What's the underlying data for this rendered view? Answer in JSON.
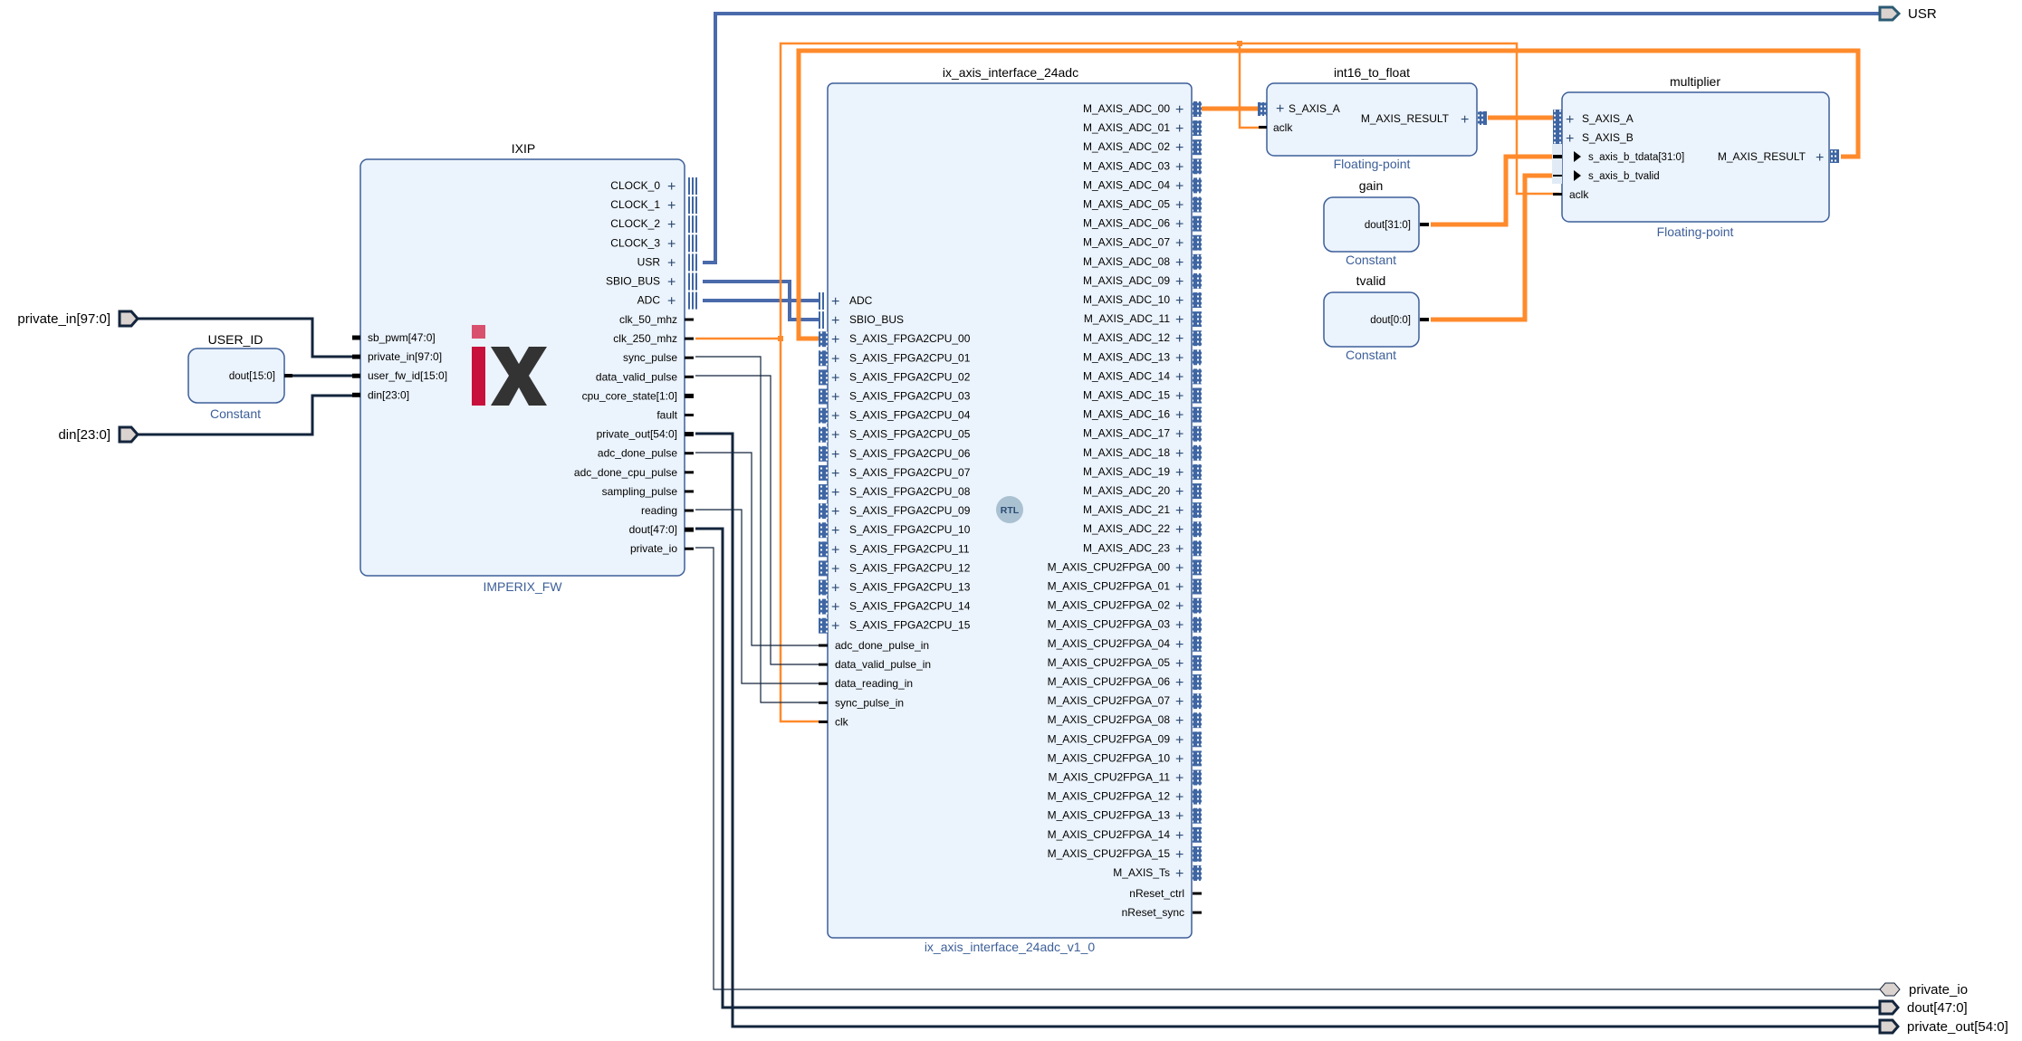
{
  "external_ports": {
    "inputs": [
      {
        "name": "private_in[97:0]"
      },
      {
        "name": "din[23:0]"
      }
    ],
    "outputs": [
      {
        "name": "USR",
        "kind": "interface"
      },
      {
        "name": "private_io",
        "kind": "inout"
      },
      {
        "name": "dout[47:0]",
        "kind": "bus"
      },
      {
        "name": "private_out[54:0]",
        "kind": "bus"
      }
    ]
  },
  "blocks": {
    "user_id": {
      "instance": "USER_ID",
      "type": "Constant",
      "outputs": [
        "dout[15:0]"
      ]
    },
    "ixip": {
      "instance": "IXIP",
      "type": "IMPERIX_FW",
      "logo": "ix",
      "inputs": [
        "sb_pwm[47:0]",
        "private_in[97:0]",
        "user_fw_id[15:0]",
        "din[23:0]"
      ],
      "interface_outputs": [
        "CLOCK_0",
        "CLOCK_1",
        "CLOCK_2",
        "CLOCK_3",
        "USR",
        "SBIO_BUS",
        "ADC"
      ],
      "outputs": [
        "clk_50_mhz",
        "clk_250_mhz",
        "sync_pulse",
        "data_valid_pulse",
        "cpu_core_state[1:0]",
        "fault",
        "private_out[54:0]",
        "adc_done_pulse",
        "adc_done_cpu_pulse",
        "sampling_pulse",
        "reading",
        "dout[47:0]",
        "private_io"
      ]
    },
    "axis": {
      "instance": "ix_axis_interface_24adc",
      "type": "ix_axis_interface_24adc_v1_0",
      "badge": "RTL",
      "interface_inputs": [
        "ADC",
        "SBIO_BUS",
        "S_AXIS_FPGA2CPU_00",
        "S_AXIS_FPGA2CPU_01",
        "S_AXIS_FPGA2CPU_02",
        "S_AXIS_FPGA2CPU_03",
        "S_AXIS_FPGA2CPU_04",
        "S_AXIS_FPGA2CPU_05",
        "S_AXIS_FPGA2CPU_06",
        "S_AXIS_FPGA2CPU_07",
        "S_AXIS_FPGA2CPU_08",
        "S_AXIS_FPGA2CPU_09",
        "S_AXIS_FPGA2CPU_10",
        "S_AXIS_FPGA2CPU_11",
        "S_AXIS_FPGA2CPU_12",
        "S_AXIS_FPGA2CPU_13",
        "S_AXIS_FPGA2CPU_14",
        "S_AXIS_FPGA2CPU_15"
      ],
      "inputs": [
        "adc_done_pulse_in",
        "data_valid_pulse_in",
        "data_reading_in",
        "sync_pulse_in",
        "clk"
      ],
      "interface_outputs": [
        "M_AXIS_ADC_00",
        "M_AXIS_ADC_01",
        "M_AXIS_ADC_02",
        "M_AXIS_ADC_03",
        "M_AXIS_ADC_04",
        "M_AXIS_ADC_05",
        "M_AXIS_ADC_06",
        "M_AXIS_ADC_07",
        "M_AXIS_ADC_08",
        "M_AXIS_ADC_09",
        "M_AXIS_ADC_10",
        "M_AXIS_ADC_11",
        "M_AXIS_ADC_12",
        "M_AXIS_ADC_13",
        "M_AXIS_ADC_14",
        "M_AXIS_ADC_15",
        "M_AXIS_ADC_16",
        "M_AXIS_ADC_17",
        "M_AXIS_ADC_18",
        "M_AXIS_ADC_19",
        "M_AXIS_ADC_20",
        "M_AXIS_ADC_21",
        "M_AXIS_ADC_22",
        "M_AXIS_ADC_23",
        "M_AXIS_CPU2FPGA_00",
        "M_AXIS_CPU2FPGA_01",
        "M_AXIS_CPU2FPGA_02",
        "M_AXIS_CPU2FPGA_03",
        "M_AXIS_CPU2FPGA_04",
        "M_AXIS_CPU2FPGA_05",
        "M_AXIS_CPU2FPGA_06",
        "M_AXIS_CPU2FPGA_07",
        "M_AXIS_CPU2FPGA_08",
        "M_AXIS_CPU2FPGA_09",
        "M_AXIS_CPU2FPGA_10",
        "M_AXIS_CPU2FPGA_11",
        "M_AXIS_CPU2FPGA_12",
        "M_AXIS_CPU2FPGA_13",
        "M_AXIS_CPU2FPGA_14",
        "M_AXIS_CPU2FPGA_15",
        "M_AXIS_Ts"
      ],
      "outputs": [
        "nReset_ctrl",
        "nReset_sync"
      ]
    },
    "int16_to_float": {
      "instance": "int16_to_float",
      "type": "Floating-point",
      "interface_inputs": [
        "S_AXIS_A"
      ],
      "inputs": [
        "aclk"
      ],
      "interface_outputs": [
        "M_AXIS_RESULT"
      ]
    },
    "gain": {
      "instance": "gain",
      "type": "Constant",
      "outputs": [
        "dout[31:0]"
      ]
    },
    "tvalid": {
      "instance": "tvalid",
      "type": "Constant",
      "outputs": [
        "dout[0:0]"
      ]
    },
    "multiplier": {
      "instance": "multiplier",
      "type": "Floating-point",
      "interface_inputs": [
        "S_AXIS_A",
        "S_AXIS_B"
      ],
      "sub_inputs": [
        "s_axis_b_tdata[31:0]",
        "s_axis_b_tvalid"
      ],
      "inputs": [
        "aclk"
      ],
      "interface_outputs": [
        "M_AXIS_RESULT"
      ]
    }
  },
  "colors": {
    "block_fill": "#ebf3fc",
    "block_border": "#3d5f99",
    "interface_net": "#4a6aab",
    "axis_net": "#ff8a2b",
    "bus_net": "#13253c",
    "wire": "#13253c",
    "port_fill": "#dbd3cf",
    "logo_red": "#c8103d",
    "logo_dark": "#333333"
  }
}
